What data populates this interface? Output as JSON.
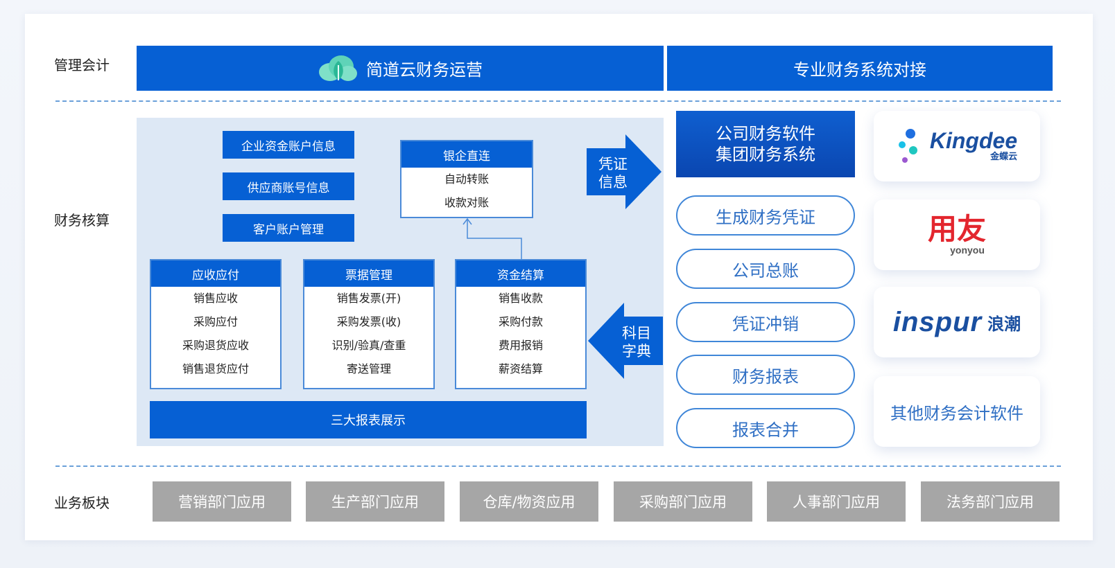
{
  "rows": {
    "management": "管理会计",
    "accounting": "财务核算",
    "business": "业务板块"
  },
  "header": {
    "main_title": "简道云财务运营",
    "right_title": "专业财务系统对接"
  },
  "left_panel": {
    "info_pills": [
      "企业资金账户信息",
      "供应商账号信息",
      "客户账户管理"
    ],
    "bank_box": {
      "title": "银企直连",
      "items": [
        "自动转账",
        "收款对账"
      ]
    },
    "modules": [
      {
        "title": "应收应付",
        "items": [
          "销售应收",
          "采购应付",
          "采购退货应收",
          "销售退货应付"
        ]
      },
      {
        "title": "票据管理",
        "items": [
          "销售发票(开)",
          "采购发票(收)",
          "识别/验真/查重",
          "寄送管理"
        ]
      },
      {
        "title": "资金结算",
        "items": [
          "销售收款",
          "采购付款",
          "费用报销",
          "薪资结算"
        ]
      }
    ],
    "report_bar": "三大报表展示"
  },
  "arrows": {
    "voucher_info": [
      "凭证",
      "信息"
    ],
    "subject_dict": [
      "科目",
      "字典"
    ]
  },
  "finance_system": {
    "title_lines": [
      "公司财务软件",
      "集团财务系统"
    ],
    "functions": [
      "生成财务凭证",
      "公司总账",
      "凭证冲销",
      "财务报表",
      "报表合并"
    ]
  },
  "logos": {
    "kingdee": {
      "name": "Kingdee",
      "sub": "金蝶云"
    },
    "yonyou": {
      "name": "用友",
      "sub": "yonyou"
    },
    "inspur": {
      "name": "inspur",
      "sub": "浪潮"
    },
    "other": "其他财务会计软件"
  },
  "business_apps": [
    "营销部门应用",
    "生产部门应用",
    "仓库/物资应用",
    "采购部门应用",
    "人事部门应用",
    "法务部门应用"
  ],
  "colors": {
    "primary": "#0660d4",
    "panel_bg": "#dde8f5",
    "gray": "#a6a6a6",
    "kingdee": "#1a4fa0",
    "yonyou": "#e3262e"
  },
  "icons": [
    "cloud-leaf-icon"
  ]
}
